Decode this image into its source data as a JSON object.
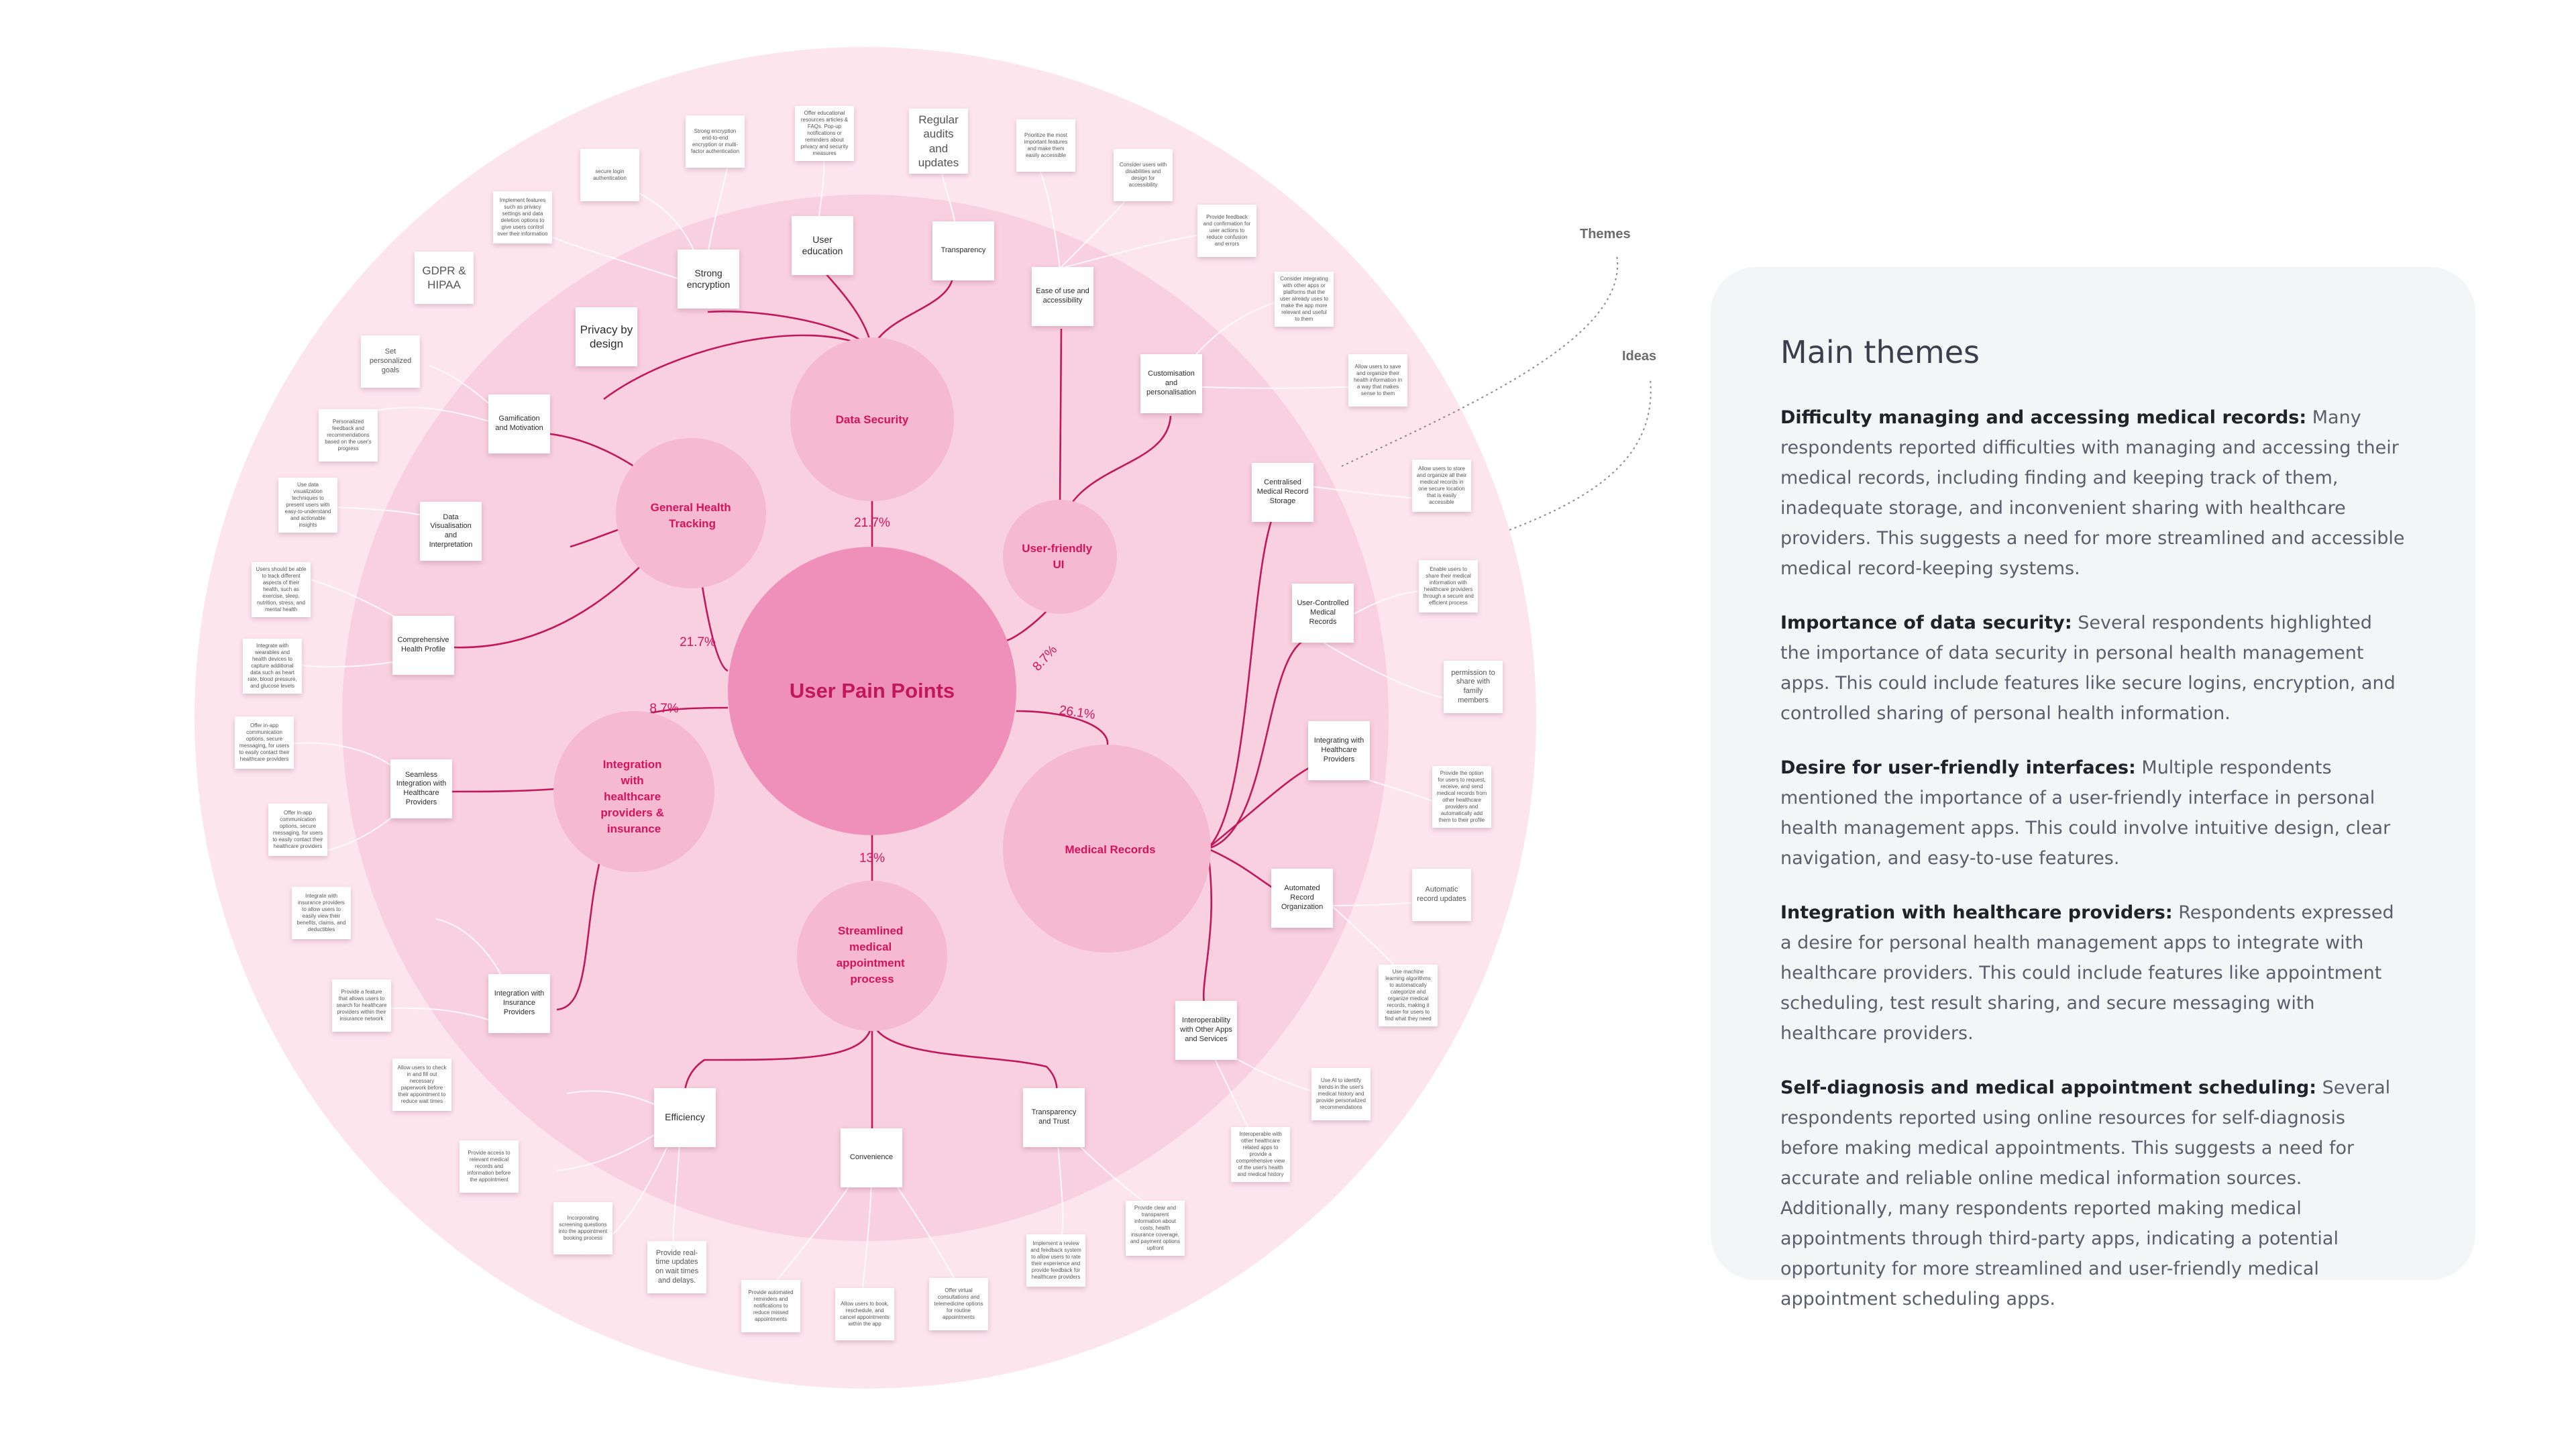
{
  "center": {
    "label": "User Pain Points"
  },
  "legend": {
    "themes": "Themes",
    "ideas": "Ideas"
  },
  "clusters": [
    {
      "id": "data-security",
      "label": "Data Security",
      "percent": "21.7%"
    },
    {
      "id": "general-health",
      "label": "General Health Tracking",
      "percent": "21.7%"
    },
    {
      "id": "user-friendly-ui",
      "label": "User-friendly UI",
      "percent": "8.7%"
    },
    {
      "id": "integration",
      "label": "Integration with healthcare providers & insurance",
      "percent": "8.7%"
    },
    {
      "id": "medical-records",
      "label": "Medical Records",
      "percent": "26.1%"
    },
    {
      "id": "appointment",
      "label": "Streamlined medical appointment process",
      "percent": "13%"
    }
  ],
  "themes": [
    {
      "text": "User education"
    },
    {
      "text": "Transparency"
    },
    {
      "text": "Strong encryption"
    },
    {
      "text": "Privacy by design"
    },
    {
      "text": "Ease of use and accessibility"
    },
    {
      "text": "Customisation and personalisation"
    },
    {
      "text": "Gamification and Motivation"
    },
    {
      "text": "Data Visualisation and Interpretation"
    },
    {
      "text": "Comprehensive Health Profile"
    },
    {
      "text": "Seamless Integration with Healthcare Providers"
    },
    {
      "text": "Integration with Insurance Providers"
    },
    {
      "text": "Centralised Medical Record Storage"
    },
    {
      "text": "User-Controlled Medical Records"
    },
    {
      "text": "Integrating with Healthcare Providers"
    },
    {
      "text": "Automated Record Organization"
    },
    {
      "text": "Interoperability with Other Apps and Services"
    },
    {
      "text": "Efficiency"
    },
    {
      "text": "Convenience"
    },
    {
      "text": "Transparency and Trust"
    }
  ],
  "ideas": [
    {
      "text": "secure login authentication"
    },
    {
      "text": "Strong encryption end-to-end encryption or multi-factor authentication"
    },
    {
      "text": "Offer educational resources articles & FAQs. Pop-up notifications or reminders about privacy and security measures"
    },
    {
      "text": "Regular audits and updates"
    },
    {
      "text": "Prioritize the most important features and make them easily accessible"
    },
    {
      "text": "Consider users with disabilities and design for accessibility"
    },
    {
      "text": "Provide feedback and confirmation for user actions to reduce confusion and errors"
    },
    {
      "text": "Consider integrating with other apps or platforms that the user already uses to make the app more relevant and useful to them"
    },
    {
      "text": "Allow users to save and organize their health information in a way that makes sense to them"
    },
    {
      "text": "Implement features such as privacy settings and data deletion options to give users control over their information"
    },
    {
      "text": "GDPR & HIPAA"
    },
    {
      "text": "Set personalized goals"
    },
    {
      "text": "Personalized feedback and recommendations based on the user's progress"
    },
    {
      "text": "Use data visualization techniques to present users with easy-to-understand and actionable insights"
    },
    {
      "text": "Users should be able to track different aspects of their health, such as exercise, sleep, nutrition, stress, and mental health"
    },
    {
      "text": "Integrate with wearables and health devices to capture additional data such as heart rate, blood pressure, and glucose levels"
    },
    {
      "text": "Offer in-app communication options, secure messaging, for users to easily contact their healthcare providers"
    },
    {
      "text": "Offer in-app communication options, secure messaging, for users to easily contact their healthcare providers"
    },
    {
      "text": "Integrate with insurance providers to allow users to easily view their benefits, claims, and deductibles"
    },
    {
      "text": "Provide a feature that allows users to search for healthcare providers within their insurance network"
    },
    {
      "text": "Allow users to store and organize all their medical records in one secure location that is easily accessible"
    },
    {
      "text": "Enable users to share their medical information with healthcare providers through a secure and efficient process"
    },
    {
      "text": "permission to share with family members"
    },
    {
      "text": "Provide the option for users to request, receive, and send medical records from other healthcare providers and automatically add them to their profile"
    },
    {
      "text": "Automatic record updates"
    },
    {
      "text": "Use machine learning algorithms to automatically categorize and organize medical records, making it easier for users to find what they need"
    },
    {
      "text": "Use AI to identify trends in the user's medical history and provide personalized recommendations"
    },
    {
      "text": "Interoperable with other healthcare related apps to provide a comprehensive view of the user's health and medical history"
    },
    {
      "text": "Allow users to check in and fill out necessary paperwork before their appointment to reduce wait times"
    },
    {
      "text": "Provide access to relevant medical records and information before the appointment"
    },
    {
      "text": "Incorporating screening questions into the appointment booking process"
    },
    {
      "text": "Provide real-time updates on wait times and delays."
    },
    {
      "text": "Provide automated reminders and notifications to reduce missed appointments"
    },
    {
      "text": "Allow users to book, reschedule, and cancel appointments within the app"
    },
    {
      "text": "Offer virtual consultations and telemedicine options for routine appointments"
    },
    {
      "text": "Implement a review and feedback system to allow users to rate their experience and provide feedback for healthcare providers"
    },
    {
      "text": "Provide clear and transparent information about costs, health insurance coverage, and payment options upfront"
    }
  ],
  "panel": {
    "title": "Main themes",
    "paragraphs": [
      {
        "heading": "Difficulty managing and accessing medical records:",
        "body": " Many respondents reported difficulties with managing and accessing their medical records, including finding and keeping track of them, inadequate storage, and inconvenient sharing with healthcare providers. This suggests a need for more streamlined and accessible medical record-keeping systems."
      },
      {
        "heading": "Importance of data security:",
        "body": " Several respondents highlighted the importance of data security in personal health management apps. This could include features like secure logins, encryption, and controlled sharing of personal health information."
      },
      {
        "heading": "Desire for user-friendly interfaces:",
        "body": " Multiple respondents mentioned the importance of a user-friendly interface in personal health management apps. This could involve intuitive design, clear navigation, and easy-to-use features."
      },
      {
        "heading": "Integration with healthcare providers:",
        "body": " Respondents expressed a desire for personal health management apps to integrate with healthcare providers. This could include features like appointment scheduling, test result sharing, and secure messaging with healthcare providers."
      },
      {
        "heading": "Self-diagnosis and medical appointment scheduling:",
        "body": " Several respondents reported using online resources for self-diagnosis before making medical appointments. This suggests a need for accurate and reliable online medical information sources. Additionally, many respondents reported making medical appointments through third-party apps, indicating a potential opportunity for more streamlined and user-friendly medical appointment scheduling apps."
      }
    ]
  },
  "colors": {
    "outer_ring": "#fde5ee",
    "inner_ring": "#f9d0df",
    "cluster_bubble": "#f5b9d0",
    "center_bubble": "#ee90b9",
    "accent": "#d6125e",
    "line": "#c2185b",
    "panel_bg": "#f4f5f7"
  }
}
